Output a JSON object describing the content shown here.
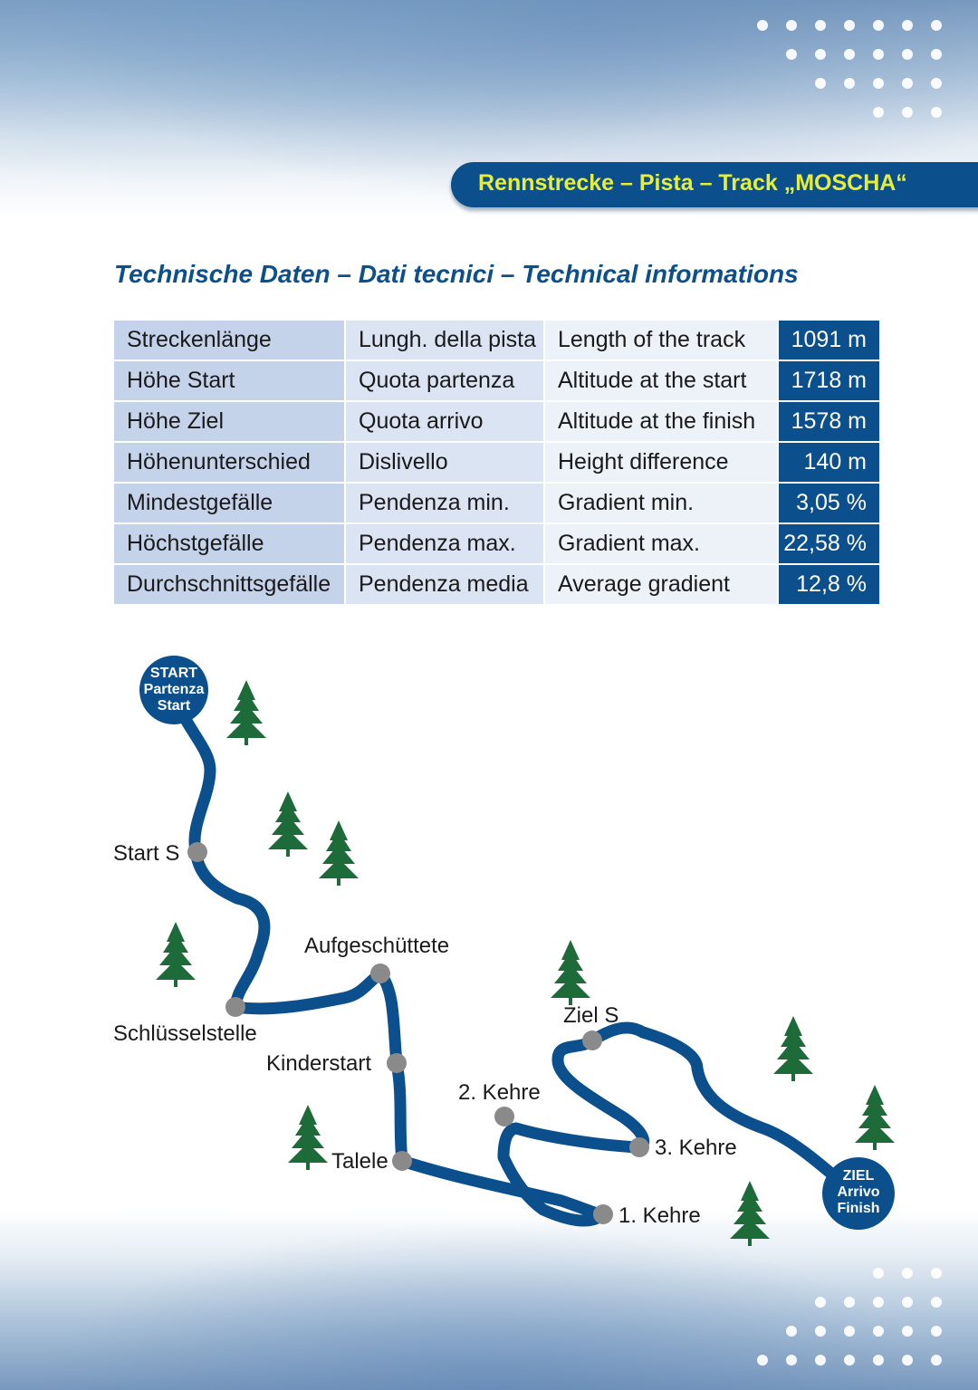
{
  "header": {
    "track_title": "Rennstrecke – Pista – Track „MOSCHA“"
  },
  "section_title": "Technische Daten – Dati tecnici – Technical informations",
  "table": {
    "rows": [
      {
        "de": "Streckenlänge",
        "it": "Lungh. della pista",
        "en": "Length of the track",
        "value": "1091 m"
      },
      {
        "de": "Höhe Start",
        "it": "Quota partenza",
        "en": "Altitude at the start",
        "value": "1718 m"
      },
      {
        "de": "Höhe Ziel",
        "it": "Quota arrivo",
        "en": "Altitude at the finish",
        "value": "1578 m"
      },
      {
        "de": "Höhenunterschied",
        "it": "Dislivello",
        "en": "Height difference",
        "value": "140 m"
      },
      {
        "de": "Mindestgefälle",
        "it": "Pendenza min.",
        "en": "Gradient min.",
        "value": "3,05 %"
      },
      {
        "de": "Höchstgefälle",
        "it": "Pendenza max.",
        "en": "Gradient max.",
        "value": "22,58 %"
      },
      {
        "de": "Durchschnittsgefälle",
        "it": "Pendenza media",
        "en": "Average gradient",
        "value": "12,8 %"
      }
    ]
  },
  "map": {
    "start_circle": [
      "START",
      "Partenza",
      "Start"
    ],
    "finish_circle": [
      "ZIEL",
      "Arrivo",
      "Finish"
    ],
    "points": {
      "start_s": "Start S",
      "aufgeschuettete": "Aufgeschüttete",
      "schluesselstelle": "Schlüsselstelle",
      "kinderstart": "Kinderstart",
      "talele": "Talele",
      "kehre_2": "2. Kehre",
      "kehre_3": "3. Kehre",
      "kehre_1": "1. Kehre",
      "ziel_s": "Ziel S"
    },
    "colors": {
      "track": "#0c4f8d",
      "point": "#8a8a8a",
      "tree": "#1e6b3a",
      "title": "#0c4f8d",
      "header_text": "#e6ee3c"
    }
  }
}
